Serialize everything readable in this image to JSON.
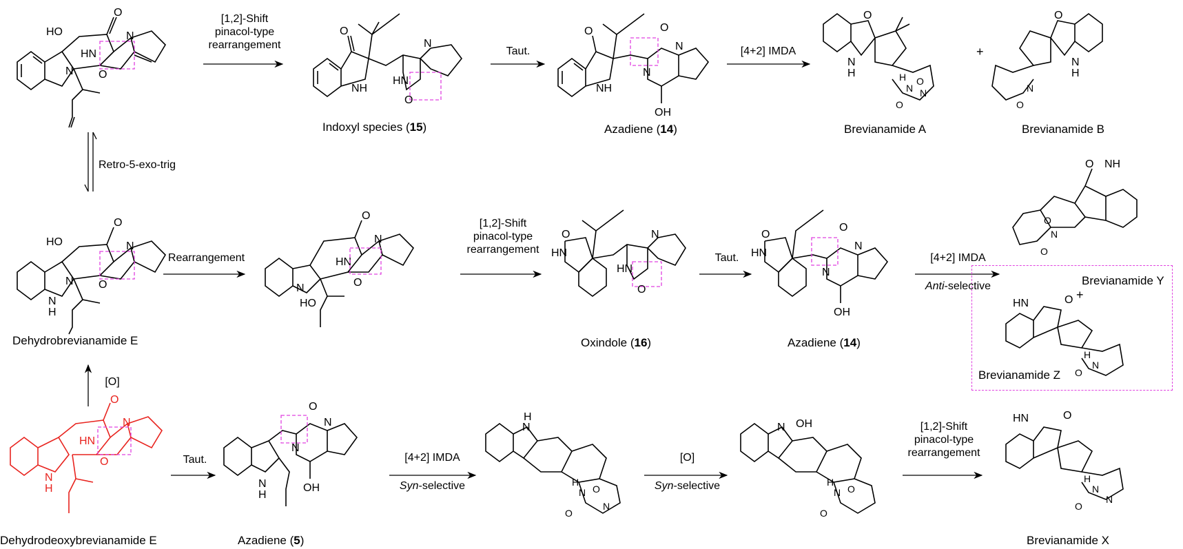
{
  "rows": {
    "top": {
      "arrow1": {
        "line1": "[1,2]-Shift",
        "line2": "pinacol-type",
        "line3": "rearrangement"
      },
      "intermediate1": {
        "name": "Indoxyl species (",
        "num": "15",
        "close": ")"
      },
      "arrow2": {
        "label": "Taut."
      },
      "intermediate2": {
        "name": "Azadiene (",
        "num": "14",
        "close": ")"
      },
      "arrow3": {
        "label": "[4+2] IMDA"
      },
      "product1": "Brevianamide A",
      "plus": "+",
      "product2": "Brevianamide B",
      "equilibrium": {
        "label": "Retro-5-exo-trig"
      }
    },
    "middle": {
      "start": "Dehydrobrevianamide E",
      "arrow1": {
        "label": "Rearrangement"
      },
      "arrow2": {
        "line1": "[1,2]-Shift",
        "line2": "pinacol-type",
        "line3": "rearrangement"
      },
      "intermediate1": {
        "name": "Oxindole (",
        "num": "16",
        "close": ")"
      },
      "arrow3": {
        "label": "Taut."
      },
      "intermediate2": {
        "name": "Azadiene (",
        "num": "14",
        "close": ")"
      },
      "arrow4": {
        "line1": "[4+2] IMDA",
        "line2_italic": "Anti",
        "line2_rest": "-selective"
      },
      "product1": "Brevianamide Y",
      "plus": "+",
      "product2": "Brevianamide Z"
    },
    "bottom": {
      "start": "Dehydrodeoxybrevianamide E",
      "up_arrow": {
        "label": "[O]"
      },
      "arrow1": {
        "label": "Taut."
      },
      "intermediate1": {
        "name": "Azadiene (",
        "num": "5",
        "close": ")"
      },
      "arrow2": {
        "line1": "[4+2] IMDA",
        "line2_italic": "Syn",
        "line2_rest": "-selective"
      },
      "arrow3": {
        "line1": "[O]",
        "line2_italic": "Syn",
        "line2_rest": "-selective"
      },
      "arrow4": {
        "line1": "[1,2]-Shift",
        "line2": "pinacol-type",
        "line3": "rearrangement"
      },
      "product": "Brevianamide X"
    }
  },
  "atoms": [
    "HO",
    "N",
    "HN",
    "NH",
    "H",
    "O",
    "OH",
    "N",
    "HN",
    "NH"
  ],
  "colors": {
    "highlight": "#e040e0",
    "start_material": "#e8231e",
    "ink": "#000000"
  }
}
